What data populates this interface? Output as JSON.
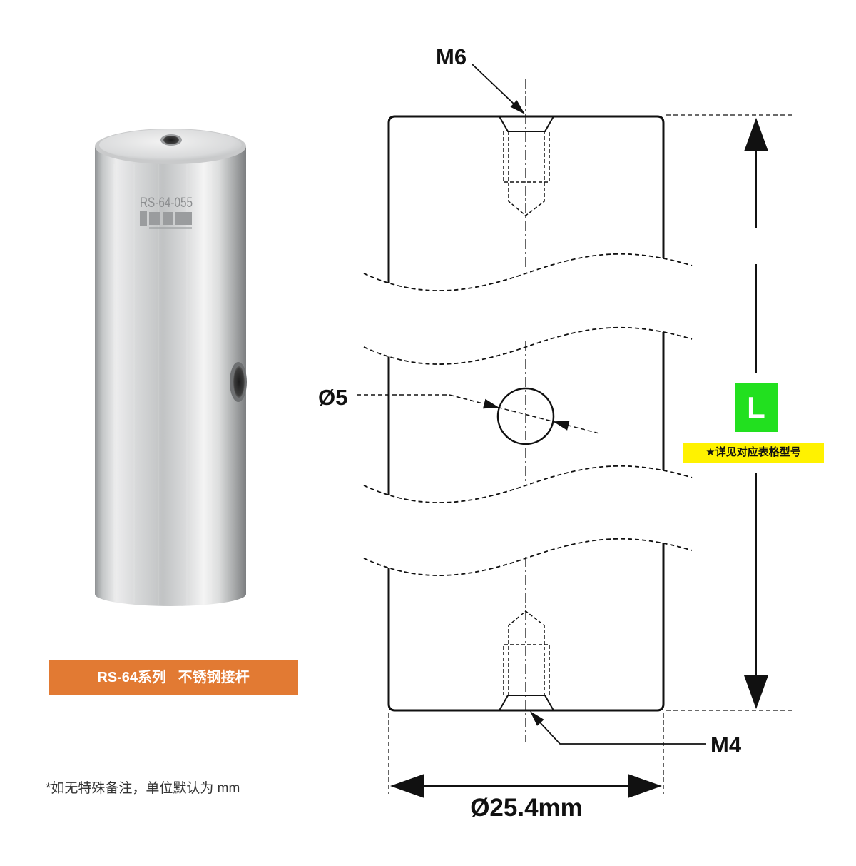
{
  "product_photo": {
    "engraving": "RS-64-055"
  },
  "series_label": "RS-64系列   不锈钢接杆",
  "note": "*如无特殊备注，单位默认为 mm",
  "drawing": {
    "top_thread_label": "M6",
    "bottom_thread_label": "M4",
    "cross_hole_label": "Ø5",
    "length_label": "L",
    "length_note": "★详见对应表格型号",
    "diameter_label": "Ø25.4mm"
  },
  "colors": {
    "series_label_bg": "#E27A33",
    "length_badge_bg": "#22E01F",
    "length_note_bg": "#FFF200",
    "line": "#111111"
  }
}
